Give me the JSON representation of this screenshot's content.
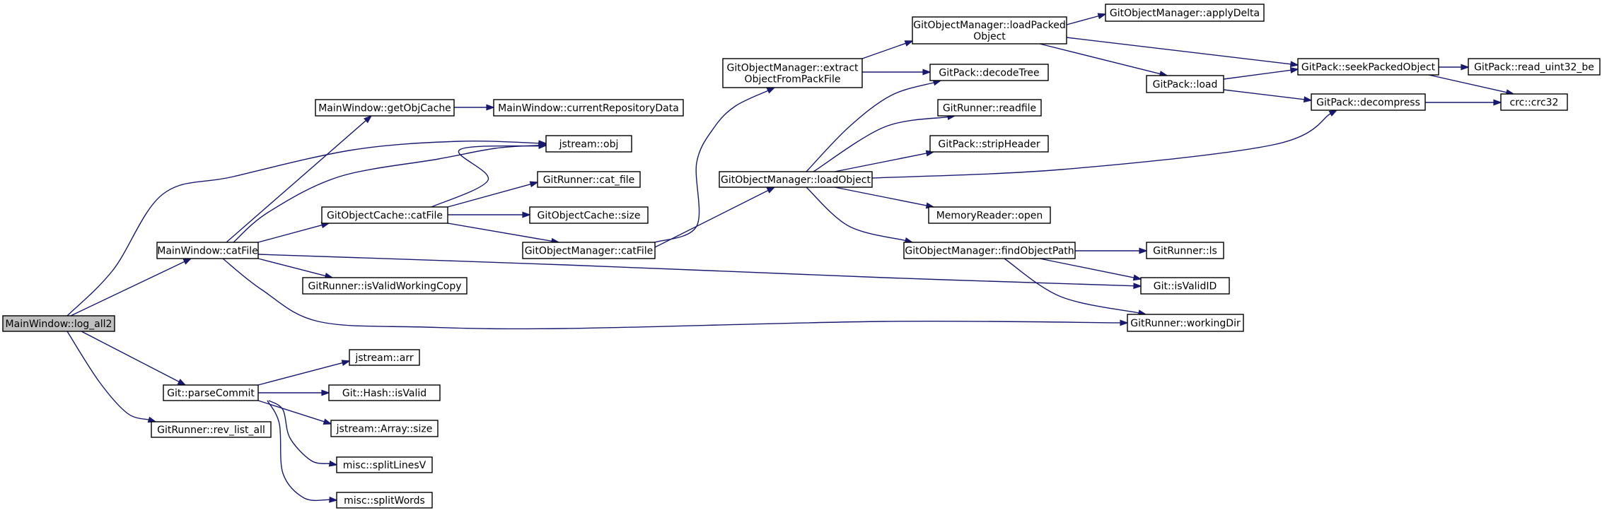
{
  "colors": {
    "edge": "#191970",
    "node_fill": "#ffffff",
    "root_fill": "#bfbfbf",
    "node_border": "#000000"
  },
  "nodes": [
    {
      "id": "log_all2",
      "lines": [
        "MainWindow::log_all2"
      ],
      "root": true
    },
    {
      "id": "mw_catFile",
      "lines": [
        "MainWindow::catFile"
      ]
    },
    {
      "id": "parseCommit",
      "lines": [
        "Git::parseCommit"
      ]
    },
    {
      "id": "rev_list_all",
      "lines": [
        "GitRunner::rev_list_all"
      ]
    },
    {
      "id": "getObjCache",
      "lines": [
        "MainWindow::getObjCache"
      ]
    },
    {
      "id": "currentRepositoryData",
      "lines": [
        "MainWindow::currentRepositoryData"
      ]
    },
    {
      "id": "jstream_obj",
      "lines": [
        "jstream::obj"
      ]
    },
    {
      "id": "goc_catFile",
      "lines": [
        "GitObjectCache::catFile"
      ]
    },
    {
      "id": "isValidWorkingCopy",
      "lines": [
        "GitRunner::isValidWorkingCopy"
      ]
    },
    {
      "id": "cat_file",
      "lines": [
        "GitRunner::cat_file"
      ]
    },
    {
      "id": "goc_size",
      "lines": [
        "GitObjectCache::size"
      ]
    },
    {
      "id": "gom_catFile",
      "lines": [
        "GitObjectManager::catFile"
      ]
    },
    {
      "id": "extractObject",
      "lines": [
        "GitObjectManager::extract",
        "ObjectFromPackFile"
      ]
    },
    {
      "id": "loadObject",
      "lines": [
        "GitObjectManager::loadObject"
      ]
    },
    {
      "id": "loadPacked",
      "lines": [
        "GitObjectManager::loadPacked",
        "Object"
      ]
    },
    {
      "id": "decodeTree",
      "lines": [
        "GitPack::decodeTree"
      ]
    },
    {
      "id": "readfile",
      "lines": [
        "GitRunner::readfile"
      ]
    },
    {
      "id": "stripHeader",
      "lines": [
        "GitPack::stripHeader"
      ]
    },
    {
      "id": "mr_open",
      "lines": [
        "MemoryReader::open"
      ]
    },
    {
      "id": "findObjectPath",
      "lines": [
        "GitObjectManager::findObjectPath"
      ]
    },
    {
      "id": "applyDelta",
      "lines": [
        "GitObjectManager::applyDelta"
      ]
    },
    {
      "id": "pack_load",
      "lines": [
        "GitPack::load"
      ]
    },
    {
      "id": "seekPacked",
      "lines": [
        "GitPack::seekPackedObject"
      ]
    },
    {
      "id": "decompress",
      "lines": [
        "GitPack::decompress"
      ]
    },
    {
      "id": "read_uint32",
      "lines": [
        "GitPack::read_uint32_be"
      ]
    },
    {
      "id": "crc32",
      "lines": [
        "crc::crc32"
      ]
    },
    {
      "id": "runner_ls",
      "lines": [
        "GitRunner::ls"
      ]
    },
    {
      "id": "isValidID",
      "lines": [
        "Git::isValidID"
      ]
    },
    {
      "id": "workingDir",
      "lines": [
        "GitRunner::workingDir"
      ]
    },
    {
      "id": "jstream_arr",
      "lines": [
        "jstream::arr"
      ]
    },
    {
      "id": "hash_isValid",
      "lines": [
        "Git::Hash::isValid"
      ]
    },
    {
      "id": "array_size",
      "lines": [
        "jstream::Array::size"
      ]
    },
    {
      "id": "splitLinesV",
      "lines": [
        "misc::splitLinesV"
      ]
    },
    {
      "id": "splitWords",
      "lines": [
        "misc::splitWords"
      ]
    }
  ],
  "edges": [
    [
      "log_all2",
      "mw_catFile"
    ],
    [
      "log_all2",
      "jstream_obj"
    ],
    [
      "log_all2",
      "parseCommit"
    ],
    [
      "log_all2",
      "rev_list_all"
    ],
    [
      "mw_catFile",
      "getObjCache"
    ],
    [
      "mw_catFile",
      "jstream_obj"
    ],
    [
      "mw_catFile",
      "goc_catFile"
    ],
    [
      "mw_catFile",
      "isValidWorkingCopy"
    ],
    [
      "mw_catFile",
      "isValidID"
    ],
    [
      "mw_catFile",
      "workingDir"
    ],
    [
      "getObjCache",
      "currentRepositoryData"
    ],
    [
      "goc_catFile",
      "jstream_obj"
    ],
    [
      "goc_catFile",
      "cat_file"
    ],
    [
      "goc_catFile",
      "goc_size"
    ],
    [
      "goc_catFile",
      "gom_catFile"
    ],
    [
      "gom_catFile",
      "extractObject"
    ],
    [
      "gom_catFile",
      "loadObject"
    ],
    [
      "extractObject",
      "loadPacked"
    ],
    [
      "extractObject",
      "decodeTree"
    ],
    [
      "loadObject",
      "decodeTree"
    ],
    [
      "loadObject",
      "readfile"
    ],
    [
      "loadObject",
      "stripHeader"
    ],
    [
      "loadObject",
      "mr_open"
    ],
    [
      "loadObject",
      "findObjectPath"
    ],
    [
      "loadObject",
      "decompress"
    ],
    [
      "loadPacked",
      "applyDelta"
    ],
    [
      "loadPacked",
      "pack_load"
    ],
    [
      "loadPacked",
      "seekPacked"
    ],
    [
      "pack_load",
      "seekPacked"
    ],
    [
      "pack_load",
      "decompress"
    ],
    [
      "seekPacked",
      "read_uint32"
    ],
    [
      "seekPacked",
      "crc32"
    ],
    [
      "decompress",
      "crc32"
    ],
    [
      "findObjectPath",
      "runner_ls"
    ],
    [
      "findObjectPath",
      "isValidID"
    ],
    [
      "findObjectPath",
      "workingDir"
    ],
    [
      "parseCommit",
      "jstream_arr"
    ],
    [
      "parseCommit",
      "hash_isValid"
    ],
    [
      "parseCommit",
      "array_size"
    ],
    [
      "parseCommit",
      "splitLinesV"
    ],
    [
      "parseCommit",
      "splitWords"
    ]
  ]
}
